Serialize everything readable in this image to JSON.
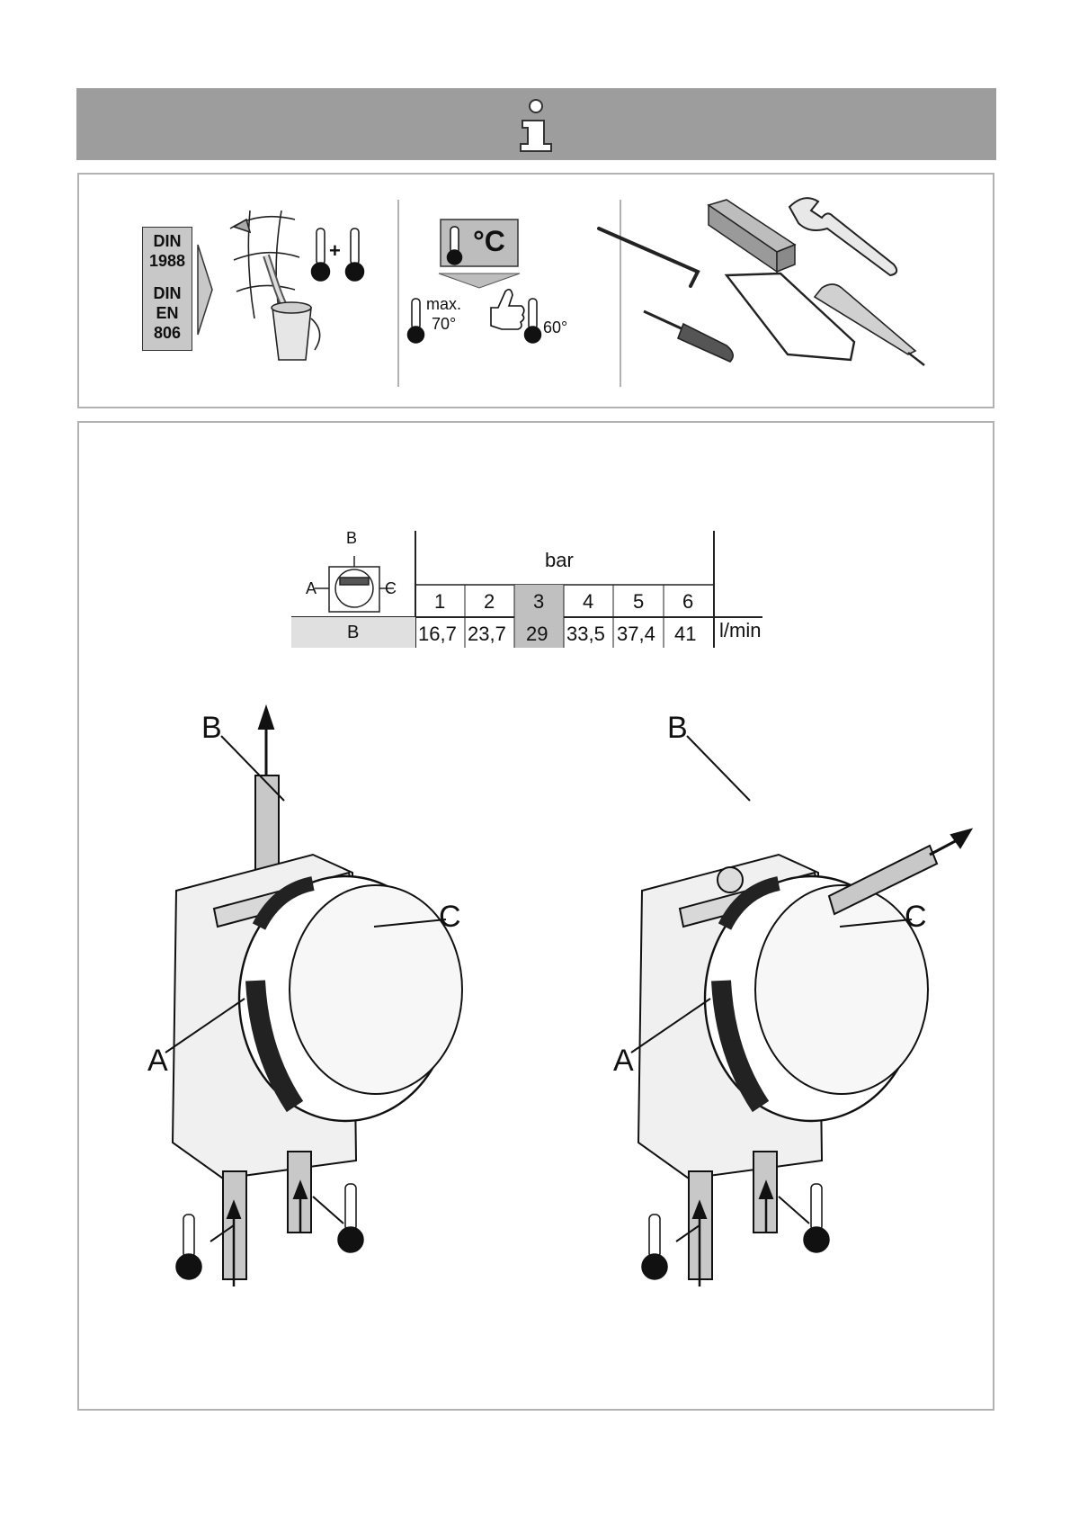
{
  "banner": {
    "icon": "info-icon",
    "color": "#9d9d9d"
  },
  "standards": {
    "line1": "DIN",
    "line2": "1988",
    "line3": "DIN",
    "line4": "EN",
    "line5": "806"
  },
  "temperature": {
    "unit": "°C",
    "max_label": "max.",
    "max_value": "70°",
    "recommended_value": "60°",
    "plus_sign": "+"
  },
  "flow_table": {
    "unit_header": "bar",
    "pressures": [
      "1",
      "2",
      "3",
      "4",
      "5",
      "6"
    ],
    "outlet_label": "B",
    "values": [
      "16,7",
      "23,7",
      "29",
      "33,5",
      "37,4",
      "41"
    ],
    "unit": "l/min",
    "icon_labels": {
      "top": "B",
      "left": "A",
      "right": "C"
    },
    "highlight_color": "#c0c0c0"
  },
  "diagram_left": {
    "label_a": "A",
    "label_b": "B",
    "label_c": "C"
  },
  "diagram_right": {
    "label_a": "A",
    "label_b": "B",
    "label_c": "C"
  }
}
